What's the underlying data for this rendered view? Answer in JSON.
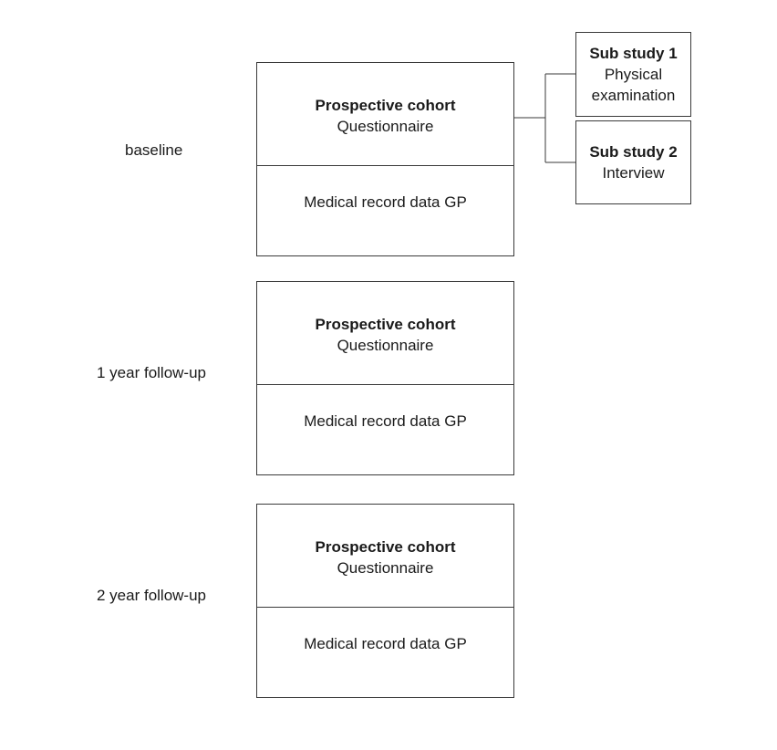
{
  "timepoints": [
    {
      "label": "baseline",
      "title": "Prospective cohort",
      "subtitle": "Questionnaire",
      "bottom": "Medical record data GP"
    },
    {
      "label": "1 year follow-up",
      "title": "Prospective cohort",
      "subtitle": "Questionnaire",
      "bottom": "Medical record data GP"
    },
    {
      "label": "2 year follow-up",
      "title": "Prospective cohort",
      "subtitle": "Questionnaire",
      "bottom": "Medical record data GP"
    }
  ],
  "substudies": [
    {
      "title": "Sub study 1",
      "lines": [
        "Physical",
        "examination"
      ]
    },
    {
      "title": "Sub study 2",
      "lines": [
        "Interview"
      ]
    }
  ],
  "colors": {
    "border": "#3a3a3a",
    "text": "#1a1a1a",
    "background": "#ffffff"
  }
}
